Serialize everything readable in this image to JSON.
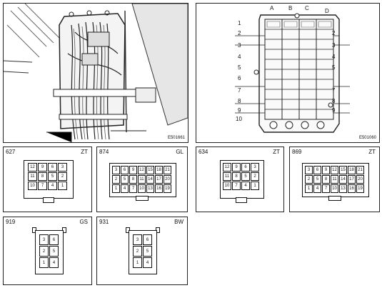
{
  "photos": {
    "photo1": {
      "code": "E501661"
    },
    "photo2": {
      "code": "E501060",
      "columns": [
        "A",
        "B",
        "C",
        "D"
      ],
      "rows_left": [
        "1",
        "2",
        "3",
        "4",
        "5",
        "6",
        "7",
        "8",
        "9",
        "10"
      ],
      "rows_right": [
        "2",
        "3",
        "4",
        "5",
        "7",
        "8",
        "9"
      ]
    }
  },
  "connectors": {
    "c627": {
      "num": "627",
      "color": "ZT",
      "pins": [
        "12",
        "9",
        "6",
        "3",
        "11",
        "8",
        "5",
        "2",
        "10",
        "7",
        "4",
        "1"
      ]
    },
    "c874": {
      "num": "874",
      "color": "GL",
      "pins": [
        "3",
        "6",
        "9",
        "12",
        "15",
        "18",
        "21",
        "2",
        "5",
        "8",
        "11",
        "14",
        "17",
        "20",
        "1",
        "4",
        "7",
        "10",
        "13",
        "16",
        "19"
      ]
    },
    "c634": {
      "num": "634",
      "color": "ZT",
      "pins": [
        "12",
        "9",
        "6",
        "3",
        "11",
        "8",
        "5",
        "2",
        "10",
        "7",
        "4",
        "1"
      ]
    },
    "c869": {
      "num": "869",
      "color": "ZT",
      "pins": [
        "3",
        "6",
        "9",
        "12",
        "15",
        "18",
        "21",
        "2",
        "5",
        "8",
        "11",
        "14",
        "17",
        "20",
        "1",
        "4",
        "7",
        "10",
        "13",
        "16",
        "19"
      ]
    },
    "c919": {
      "num": "919",
      "color": "GS",
      "pins": [
        "3",
        "6",
        "2",
        "5",
        "1",
        "4"
      ]
    },
    "c931": {
      "num": "931",
      "color": "BW",
      "pins": [
        "3",
        "6",
        "2",
        "5",
        "1",
        "4"
      ]
    }
  }
}
